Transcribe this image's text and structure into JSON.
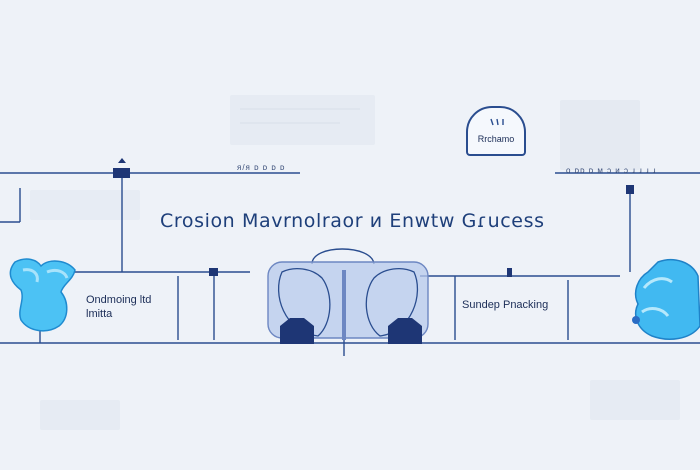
{
  "diagram": {
    "title": "Crosion Mavrnolraor ᴎ Enwtw Gɾucess",
    "badge_label": "Rrchamo",
    "top_left_caption": "ᴙ/ᴙ ᴅ ᴅ ᴅ ᴅ",
    "top_right_caption": "o ᴅᴅ ᴅ ᴍ ɔ ᴎ ɔ ɹ ɹ ɹ ɹ",
    "left_label_line1": "Ondmoing ltd",
    "left_label_line2": "lmitta",
    "right_label": "Sundep Pnacking",
    "colors": {
      "line": "#2a4d8f",
      "dark_node": "#1e3675",
      "blob": "#37b6ef",
      "device": "#a9bfe6"
    },
    "icons": [
      "left-blob-icon",
      "right-blob-icon",
      "center-device-icon"
    ]
  }
}
